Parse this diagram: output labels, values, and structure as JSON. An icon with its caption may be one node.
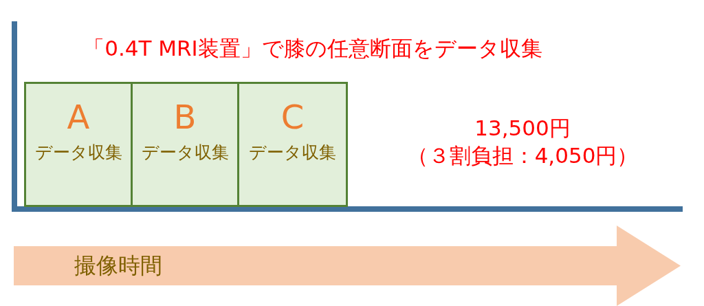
{
  "diagram": {
    "title": "「0.4T MRI装置」で膝の任意断面をデータ収集",
    "nodes": [
      {
        "text": [
          "A",
          "データ収集"
        ]
      },
      {
        "text": [
          "B",
          "データ収集"
        ]
      },
      {
        "text": [
          "C",
          "データ収集"
        ]
      },
      {
        "text": [
          "撮像時間"
        ]
      }
    ],
    "labels": [
      "13,500円",
      "（３割負担：4,050円）"
    ]
  }
}
